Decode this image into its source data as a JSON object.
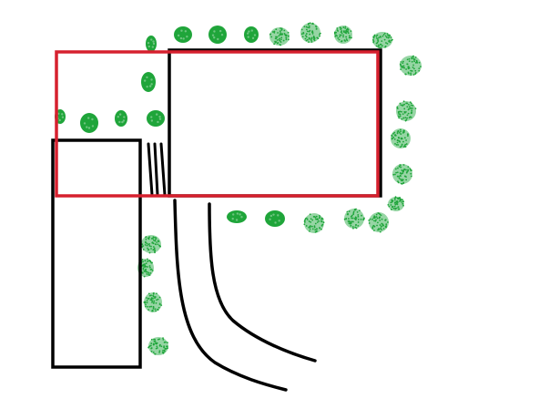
{
  "colors": {
    "background": "#ffffff",
    "outline": "#000000",
    "highlight": "#d6202e",
    "foliage_dark": "#1fa53a",
    "foliage_light": "#3fb25a"
  },
  "shapes": [
    "large-building-outline",
    "small-building-outline",
    "red-highlight-rectangle",
    "curved-driveway",
    "triple-line-connector",
    "tree-row"
  ]
}
